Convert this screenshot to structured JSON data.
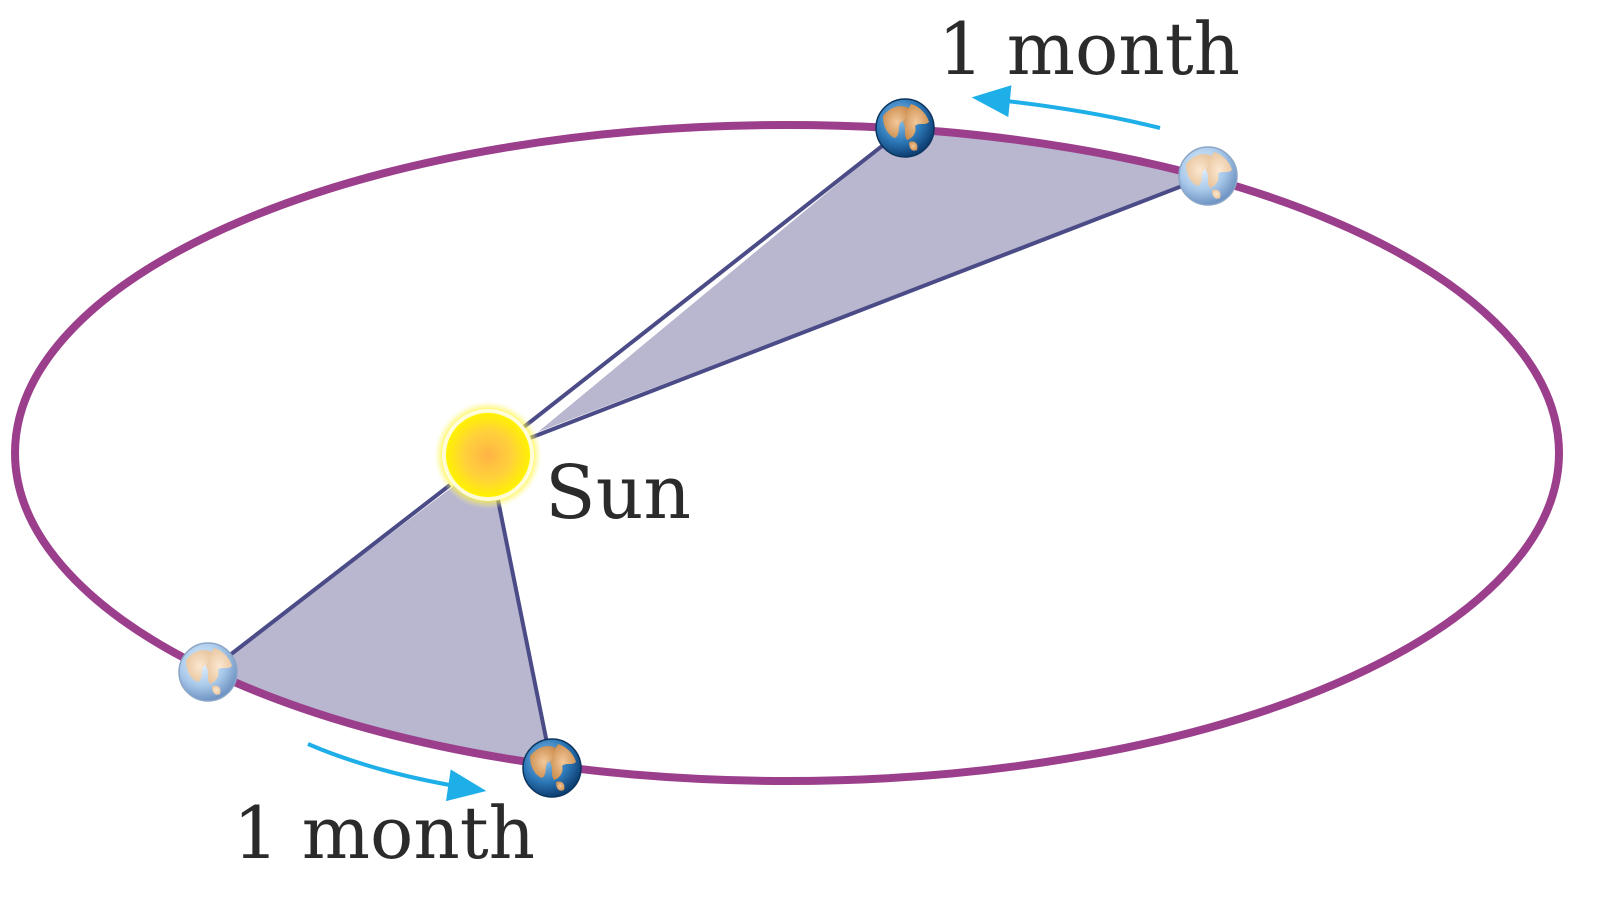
{
  "diagram": {
    "title": "",
    "labels": {
      "sun": "Sun",
      "top_interval": "1 month",
      "bottom_interval": "1 month"
    },
    "colors": {
      "orbit": "#9b3f8c",
      "swept_area_fill": "#b9b6cf",
      "radius_line": "#4b4c87",
      "motion_arrow": "#1eaee8",
      "sun_core": "#ffb347",
      "sun_glow": "#fff200",
      "text": "#2b2b2b"
    },
    "icons": {
      "sun": "sun-icon",
      "planet": "earth-icon"
    }
  }
}
